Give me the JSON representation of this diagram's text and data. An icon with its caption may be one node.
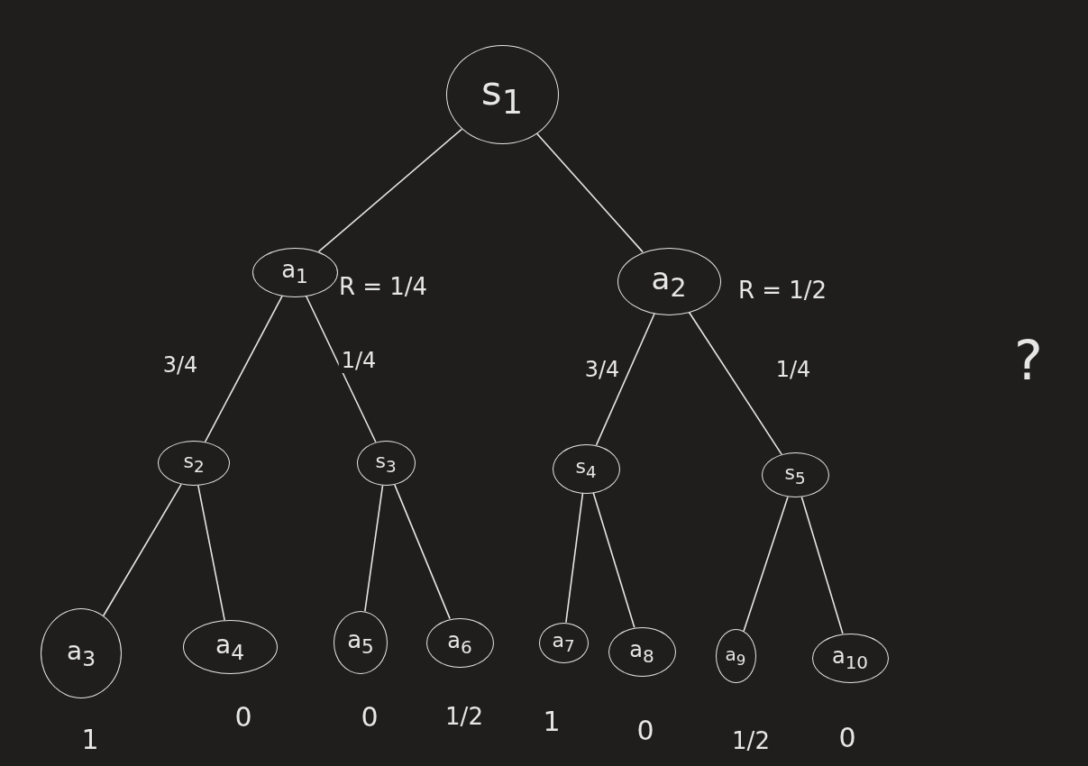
{
  "diagram": {
    "nodes": [
      {
        "text": [
          "s$_{1}$"
        ]
      },
      {
        "text": [
          "a$_{1}$"
        ],
        "beside": [
          "R = 1/4"
        ]
      },
      {
        "text": [
          "a$_{2}$"
        ],
        "beside": [
          "R = 1/2"
        ]
      },
      {
        "text": [
          "s$_{2}$"
        ]
      },
      {
        "text": [
          "s$_{3}$"
        ]
      },
      {
        "text": [
          "s$_{4}$"
        ]
      },
      {
        "text": [
          "s$_{5}$"
        ]
      },
      {
        "text": [
          "a$_{3}$"
        ],
        "beside": [
          "1"
        ]
      },
      {
        "text": [
          "a$_{4}$"
        ],
        "beside": [
          "0"
        ]
      },
      {
        "text": [
          "a$_{5}$"
        ],
        "beside": [
          "0"
        ]
      },
      {
        "text": [
          "a$_{6}$"
        ],
        "beside": [
          "1/2"
        ]
      },
      {
        "text": [
          "a$_{7}$"
        ],
        "beside": [
          "1"
        ]
      },
      {
        "text": [
          "a$_{8}$"
        ],
        "beside": [
          "0"
        ]
      },
      {
        "text": [
          "a$_{9}$"
        ],
        "beside": [
          "1/2"
        ]
      },
      {
        "text": [
          "a$_{10}$"
        ],
        "beside": [
          "0"
        ]
      }
    ],
    "edges": [
      {
        "from": 0,
        "to": 1,
        "arrow": "none"
      },
      {
        "from": 0,
        "to": 2,
        "arrow": "none"
      },
      {
        "from": 1,
        "to": 3,
        "arrow": "none",
        "label": "3/4"
      },
      {
        "from": 1,
        "to": 4,
        "arrow": "none",
        "label": "1/4"
      },
      {
        "from": 2,
        "to": 5,
        "arrow": "none",
        "label": "3/4"
      },
      {
        "from": 2,
        "to": 6,
        "arrow": "none",
        "label": "1/4"
      },
      {
        "from": 3,
        "to": 7,
        "arrow": "none"
      },
      {
        "from": 3,
        "to": 8,
        "arrow": "none"
      },
      {
        "from": 4,
        "to": 9,
        "arrow": "none"
      },
      {
        "from": 4,
        "to": 10,
        "arrow": "none"
      },
      {
        "from": 5,
        "to": 11,
        "arrow": "none"
      },
      {
        "from": 5,
        "to": 12,
        "arrow": "none"
      },
      {
        "from": 6,
        "to": 13,
        "arrow": "none"
      },
      {
        "from": 6,
        "to": 14,
        "arrow": "none"
      }
    ],
    "labels": [
      "?"
    ]
  }
}
